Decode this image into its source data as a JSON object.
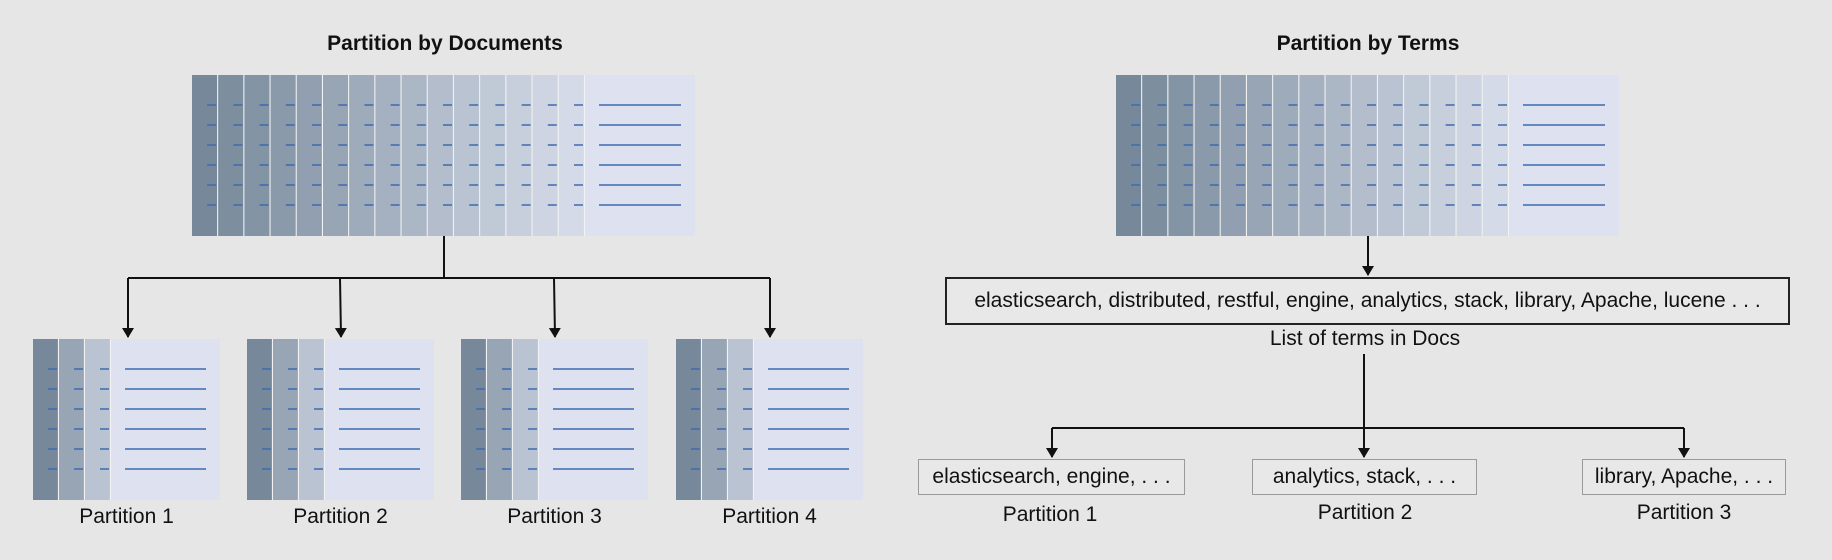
{
  "left": {
    "title": "Partition by Documents",
    "partitions": [
      "Partition 1",
      "Partition 2",
      "Partition 3",
      "Partition 4"
    ]
  },
  "right": {
    "title": "Partition by Terms",
    "terms_box": "elasticsearch, distributed, restful, engine, analytics, stack, library, Apache, lucene . . .",
    "terms_caption": "List of terms in Docs",
    "partition_boxes": [
      "elasticsearch, engine, . . .",
      "analytics, stack, . . .",
      "library, Apache, . . ."
    ],
    "partitions": [
      "Partition 1",
      "Partition 2",
      "Partition 3"
    ]
  },
  "colors": {
    "background": "#e6e6e6",
    "doc_page": "#dde1f0",
    "doc_line": "#3d6ab0",
    "stack_dark": "#76889a",
    "stack_light": "#dbe0ec",
    "arrow": "#111111"
  }
}
